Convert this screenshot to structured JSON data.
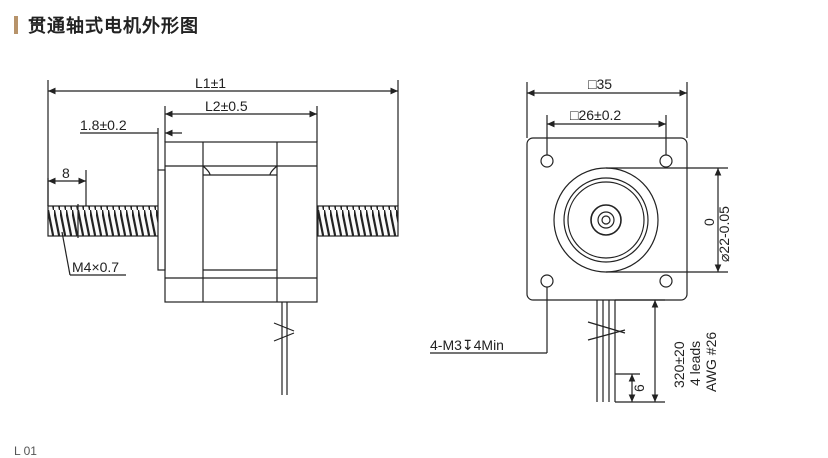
{
  "header": {
    "title": "贯通轴式电机外形图"
  },
  "side_view": {
    "dim_overall": "L1±1",
    "dim_body": "L2±0.5",
    "dim_shoulder": "1.8±0.2",
    "dim_thread_len": "8",
    "thread_label": "M4×0.7"
  },
  "front_view": {
    "dim_width": "□35",
    "dim_hole_pitch": "□26±0.2",
    "dim_boss_top": "0",
    "dim_boss": "⌀22-0.05",
    "hole_label": "4-M3↧4Min",
    "dim_lead_end": "6",
    "lead_length": "320±20",
    "lead_count": "4 leads",
    "lead_gauge": "AWG #26"
  },
  "footer": {
    "partial_text": "L 01"
  }
}
